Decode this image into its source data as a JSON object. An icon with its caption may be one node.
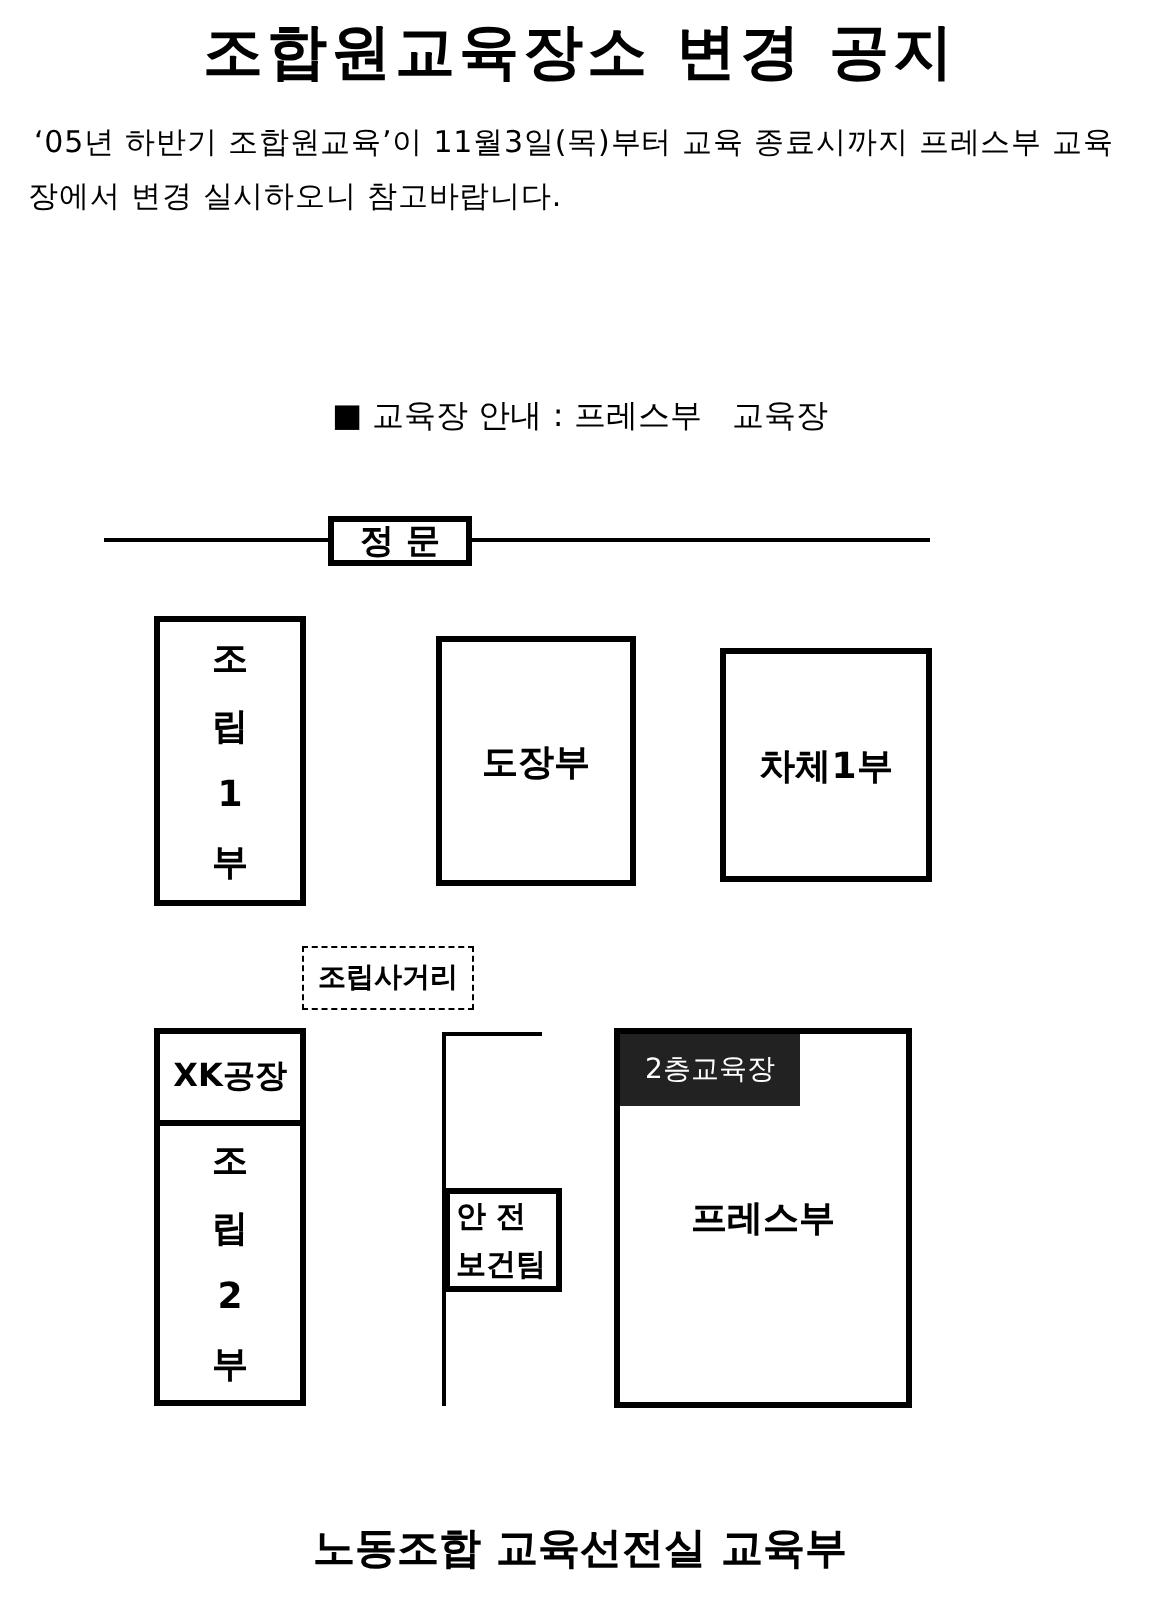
{
  "diagram": {
    "title": "조합원교육장소 변경 공지",
    "nodes": [
      {
        "text": [
          "정 문"
        ]
      },
      {
        "text": [
          "조립1부"
        ]
      },
      {
        "text": [
          "도장부"
        ]
      },
      {
        "text": [
          "차체1부"
        ]
      },
      {
        "text": [
          "조립사거리"
        ]
      },
      {
        "text": [
          "XK공장"
        ]
      },
      {
        "text": [
          "조립2부"
        ]
      },
      {
        "text": [
          "안 전 보건팀"
        ]
      },
      {
        "text": [
          "프레스부"
        ]
      },
      {
        "text": [
          "2층교육장"
        ],
        "in": 8
      }
    ],
    "labels": [
      "‘05년 하반기 조합원교육’이 11월3일(목)부터 교육 종료시까지 프레스부 교육장에서 변경 실시하오니 참고바랍니다.",
      "■ 교육장 안내 : 프레스부   교육장",
      "노동조합 교육선전실 교육부"
    ]
  }
}
